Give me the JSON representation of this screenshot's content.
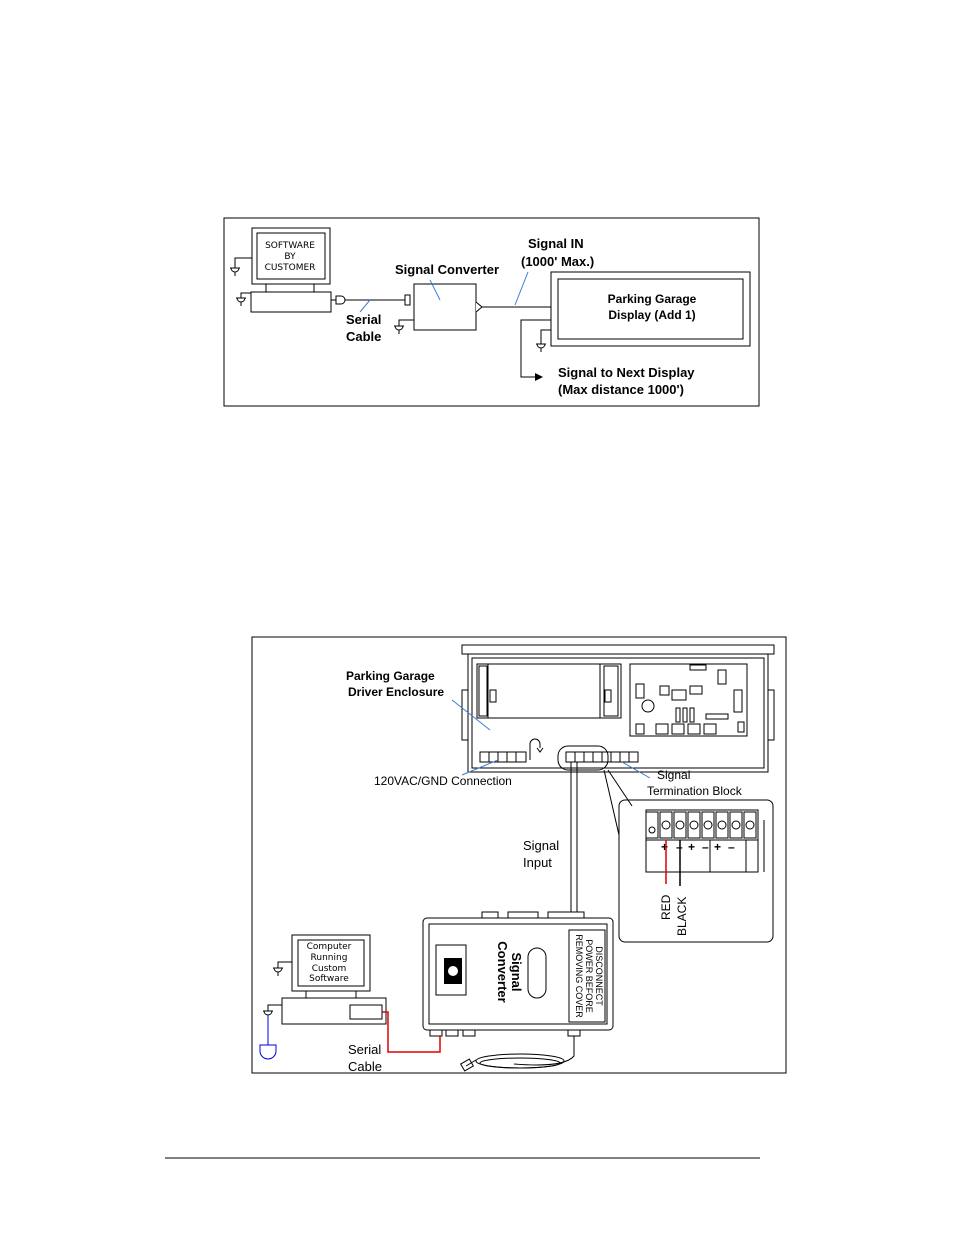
{
  "diagram1": {
    "computer_label": [
      "SOFTWARE",
      "BY",
      "CUSTOMER"
    ],
    "signal_converter": "Signal Converter",
    "serial_cable": [
      "Serial",
      "Cable"
    ],
    "signal_in": [
      "Signal IN",
      "(1000' Max.)"
    ],
    "display": [
      "Parking Garage",
      "Display (Add 1)"
    ],
    "next_display": [
      "Signal to Next Display",
      "(Max distance 1000')"
    ]
  },
  "diagram2": {
    "driver_enclosure": [
      "Parking Garage",
      "Driver Enclosure"
    ],
    "power_connection": "120VAC/GND Connection",
    "termination_block": [
      "Signal",
      "Termination Block"
    ],
    "signal_input": [
      "Signal",
      "Input"
    ],
    "wire_red": "RED",
    "wire_black": "BLACK",
    "computer_label": [
      "Computer",
      "Running",
      "Custom",
      "Software"
    ],
    "converter_title": [
      "Signal",
      "Converter"
    ],
    "converter_warning": [
      "DISCONNECT",
      "POWER BEFORE",
      "REMOVING COVER"
    ],
    "serial_cable": [
      "Serial",
      "Cable"
    ]
  },
  "colors": {
    "red_wire": "#e00000",
    "blue_wire": "#0000e0",
    "leader_line": "#3a7fd0"
  }
}
